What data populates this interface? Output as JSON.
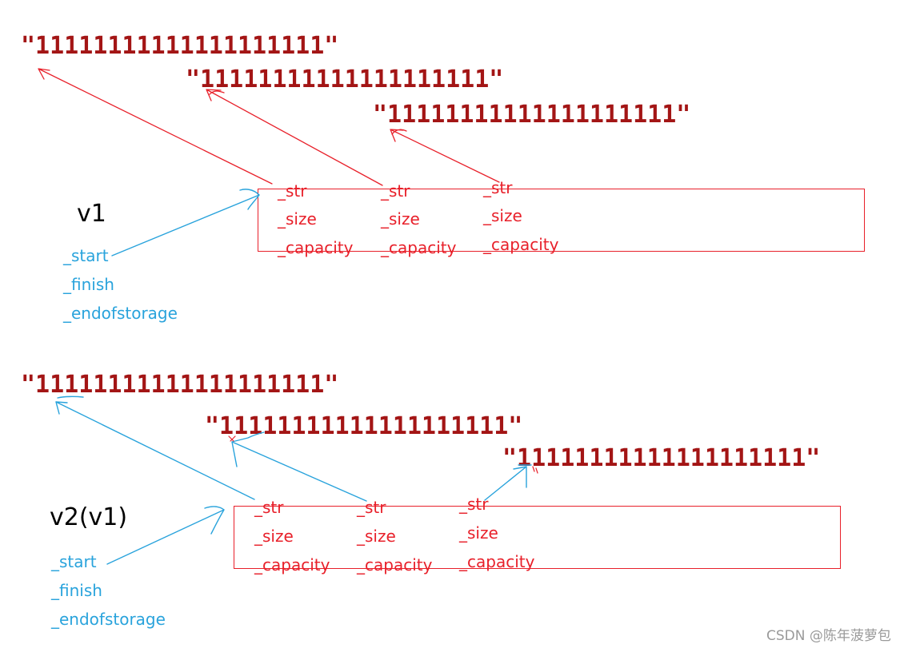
{
  "v1": {
    "label": "v1",
    "strings": [
      "\"11111111111111111111\"",
      "\"11111111111111111111\"",
      "\"11111111111111111111\""
    ],
    "fields": [
      "_str",
      "_size",
      "_capacity"
    ],
    "pointers": [
      "_start",
      "_finish",
      "_endofstorage"
    ]
  },
  "v2": {
    "label": "v2(v1)",
    "strings": [
      "\"11111111111111111111\"",
      "\"11111111111111111111\"",
      "\"11111111111111111111\""
    ],
    "fields": [
      "_str",
      "_size",
      "_capacity"
    ],
    "pointers": [
      "_start",
      "_finish",
      "_endofstorage"
    ]
  },
  "colors": {
    "string": "#a31515",
    "v1_arrows": "#e8202a",
    "v2_arrows": "#29a3dc",
    "box": "#e8202a",
    "pointer_text": "#29a3dc"
  },
  "watermark": "CSDN @陈年菠萝包"
}
